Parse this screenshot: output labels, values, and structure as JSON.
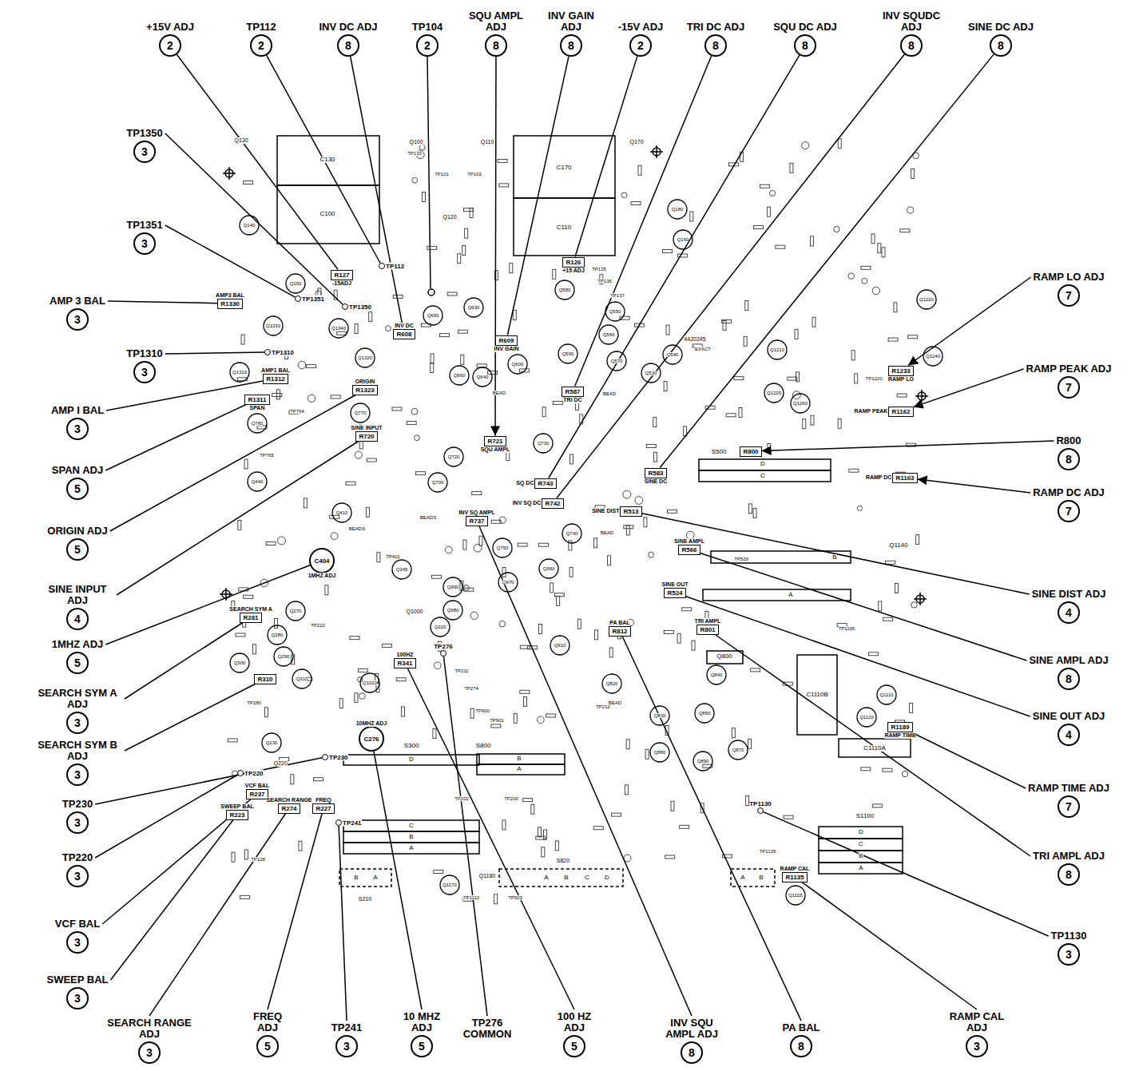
{
  "diagram": {
    "nodes": [
      {
        "text": [
          "+15V ADJ",
          "2"
        ]
      },
      {
        "text": [
          "TP112",
          "2"
        ]
      },
      {
        "text": [
          "INV DC ADJ",
          "8"
        ]
      },
      {
        "text": [
          "TP104",
          "2"
        ]
      },
      {
        "text": [
          "SQU AMPL ADJ",
          "8"
        ]
      },
      {
        "text": [
          "INV GAIN ADJ",
          "8"
        ]
      },
      {
        "text": [
          "-15V ADJ",
          "2"
        ]
      },
      {
        "text": [
          "TRI DC ADJ",
          "8"
        ]
      },
      {
        "text": [
          "SQU DC ADJ",
          "8"
        ]
      },
      {
        "text": [
          "INV SQUDC ADJ",
          "8"
        ]
      },
      {
        "text": [
          "SINE DC ADJ",
          "8"
        ]
      },
      {
        "text": [
          "TP1350",
          "3"
        ]
      },
      {
        "text": [
          "TP1351",
          "3"
        ]
      },
      {
        "text": [
          "AMP 3 BAL",
          "3"
        ]
      },
      {
        "text": [
          "TP1310",
          "3"
        ]
      },
      {
        "text": [
          "AMP I BAL",
          "3"
        ]
      },
      {
        "text": [
          "SPAN ADJ",
          "5"
        ]
      },
      {
        "text": [
          "ORIGIN ADJ",
          "5"
        ]
      },
      {
        "text": [
          "SINE INPUT ADJ",
          "4"
        ]
      },
      {
        "text": [
          "1MHZ ADJ",
          "5"
        ]
      },
      {
        "text": [
          "SEARCH SYM A ADJ",
          "3"
        ]
      },
      {
        "text": [
          "SEARCH SYM B ADJ",
          "3"
        ]
      },
      {
        "text": [
          "TP230",
          "3"
        ]
      },
      {
        "text": [
          "TP220",
          "3"
        ]
      },
      {
        "text": [
          "VCF BAL",
          "3"
        ]
      },
      {
        "text": [
          "SWEEP BAL",
          "3"
        ]
      },
      {
        "text": [
          "SEARCH RANGE ADJ",
          "3"
        ]
      },
      {
        "text": [
          "FREQ ADJ",
          "5"
        ]
      },
      {
        "text": [
          "TP241",
          "3"
        ]
      },
      {
        "text": [
          "10 MHZ ADJ",
          "5"
        ]
      },
      {
        "text": [
          "100 HZ ADJ",
          "5"
        ]
      },
      {
        "text": [
          "INV SQU AMPL ADJ",
          "8"
        ]
      },
      {
        "text": [
          "PA BAL",
          "8"
        ]
      },
      {
        "text": [
          "RAMP CAL ADJ",
          "3"
        ]
      },
      {
        "text": [
          "RAMP LO ADJ",
          "7"
        ]
      },
      {
        "text": [
          "RAMP PEAK ADJ",
          "7"
        ]
      },
      {
        "text": [
          "R800",
          "8"
        ]
      },
      {
        "text": [
          "RAMP DC ADJ",
          "7"
        ]
      },
      {
        "text": [
          "SINE DIST ADJ",
          "4"
        ]
      },
      {
        "text": [
          "SINE AMPL ADJ",
          "8"
        ]
      },
      {
        "text": [
          "SINE OUT ADJ",
          "4"
        ]
      },
      {
        "text": [
          "RAMP TIME ADJ",
          "7"
        ]
      },
      {
        "text": [
          "TRI AMPL ADJ",
          "8"
        ]
      },
      {
        "text": [
          "TP1130",
          "3"
        ]
      },
      {
        "text": [
          "R127",
          "-15ADJ"
        ]
      },
      {
        "text": [
          "TP112"
        ]
      },
      {
        "text": [
          "R608",
          "INV DC"
        ]
      },
      {
        "text": [
          "R721",
          "SQU AMPL"
        ]
      },
      {
        "text": [
          "R609",
          "INV GAIN"
        ]
      },
      {
        "text": [
          "R126",
          "+15 ADJ"
        ]
      },
      {
        "text": [
          "R587",
          "TRI DC"
        ]
      },
      {
        "text": [
          "R743",
          "SQ DC"
        ]
      },
      {
        "text": [
          "R742",
          "INV SQ DC"
        ]
      },
      {
        "text": [
          "R583",
          "SINE DC"
        ]
      },
      {
        "text": [
          "TP1350"
        ]
      },
      {
        "text": [
          "TP1351"
        ]
      },
      {
        "text": [
          "R1330",
          "AMP3 BAL"
        ]
      },
      {
        "text": [
          "TP1310"
        ]
      },
      {
        "text": [
          "R1311",
          "SPAN"
        ]
      },
      {
        "text": [
          "R1312",
          "AMP1 BAL"
        ]
      },
      {
        "text": [
          "R1323",
          "ORIGIN"
        ]
      },
      {
        "text": [
          "R720",
          "SINE INPUT"
        ]
      },
      {
        "text": [
          "C404",
          "1MHZ ADJ"
        ]
      },
      {
        "text": [
          "R281",
          "SEARCH SYM A"
        ]
      },
      {
        "text": [
          "R310"
        ]
      },
      {
        "text": [
          "TP230"
        ]
      },
      {
        "text": [
          "TP220"
        ]
      },
      {
        "text": [
          "R237",
          "VCF BAL"
        ]
      },
      {
        "text": [
          "R223",
          "SWEEP BAL"
        ]
      },
      {
        "text": [
          "R274",
          "SEARCH RANGE"
        ]
      },
      {
        "text": [
          "R227",
          "FREQ"
        ]
      },
      {
        "text": [
          "TP241"
        ]
      },
      {
        "text": [
          "C276",
          "10MHZ ADJ"
        ]
      },
      {
        "text": [
          "R341",
          "100HZ"
        ]
      },
      {
        "text": [
          "R737",
          "INV SQ AMPL"
        ]
      },
      {
        "text": [
          "R812",
          "PA BAL"
        ]
      },
      {
        "text": [
          "R1135",
          "RAMP CAL"
        ]
      },
      {
        "text": [
          "R1233",
          "RAMP LO"
        ]
      },
      {
        "text": [
          "R1162",
          "RAMP PEAK"
        ]
      },
      {
        "text": [
          "R800"
        ]
      },
      {
        "text": [
          "R1163",
          "RAMP DC"
        ]
      },
      {
        "text": [
          "R513",
          "SINE DIST"
        ]
      },
      {
        "text": [
          "R566",
          "SINE AMPL"
        ]
      },
      {
        "text": [
          "R524",
          "SINE OUT"
        ]
      },
      {
        "text": [
          "R1189",
          "RAMP TIME"
        ]
      },
      {
        "text": [
          "R801",
          "TRI AMPL"
        ]
      },
      {
        "text": [
          "TP1130"
        ]
      },
      {
        "text": [
          "TP276"
        ]
      }
    ],
    "edges": [
      {
        "from": 0,
        "to": 44,
        "arrow": "none"
      },
      {
        "from": 1,
        "to": 45,
        "arrow": "none"
      },
      {
        "from": 2,
        "to": 46,
        "arrow": "none"
      },
      {
        "from": 4,
        "to": 47,
        "arrow": "to"
      },
      {
        "from": 5,
        "to": 48,
        "arrow": "none"
      },
      {
        "from": 6,
        "to": 49,
        "arrow": "none"
      },
      {
        "from": 7,
        "to": 50,
        "arrow": "none"
      },
      {
        "from": 8,
        "to": 51,
        "arrow": "none"
      },
      {
        "from": 9,
        "to": 52,
        "arrow": "none"
      },
      {
        "from": 10,
        "to": 53,
        "arrow": "none"
      },
      {
        "from": 11,
        "to": 54,
        "arrow": "none"
      },
      {
        "from": 12,
        "to": 55,
        "arrow": "none"
      },
      {
        "from": 13,
        "to": 56,
        "arrow": "none"
      },
      {
        "from": 14,
        "to": 57,
        "arrow": "none"
      },
      {
        "from": 15,
        "to": 59,
        "arrow": "none"
      },
      {
        "from": 16,
        "to": 58,
        "arrow": "none"
      },
      {
        "from": 17,
        "to": 60,
        "arrow": "none"
      },
      {
        "from": 18,
        "to": 61,
        "arrow": "none"
      },
      {
        "from": 19,
        "to": 62,
        "arrow": "none"
      },
      {
        "from": 20,
        "to": 63,
        "arrow": "none"
      },
      {
        "from": 21,
        "to": 64,
        "arrow": "none"
      },
      {
        "from": 22,
        "to": 65,
        "arrow": "none"
      },
      {
        "from": 23,
        "to": 66,
        "arrow": "none"
      },
      {
        "from": 24,
        "to": 67,
        "arrow": "none"
      },
      {
        "from": 25,
        "to": 68,
        "arrow": "none"
      },
      {
        "from": 26,
        "to": 69,
        "arrow": "none"
      },
      {
        "from": 27,
        "to": 70,
        "arrow": "none"
      },
      {
        "from": 28,
        "to": 71,
        "arrow": "none"
      },
      {
        "from": 29,
        "to": 72,
        "arrow": "none"
      },
      {
        "from": 30,
        "to": 73,
        "arrow": "none"
      },
      {
        "from": 31,
        "to": 74,
        "arrow": "none"
      },
      {
        "from": 32,
        "to": 75,
        "arrow": "none"
      },
      {
        "from": 33,
        "to": 76,
        "arrow": "none"
      },
      {
        "from": 34,
        "to": 77,
        "arrow": "to"
      },
      {
        "from": 35,
        "to": 78,
        "arrow": "to"
      },
      {
        "from": 36,
        "to": 79,
        "arrow": "to"
      },
      {
        "from": 37,
        "to": 80,
        "arrow": "to"
      },
      {
        "from": 38,
        "to": 81,
        "arrow": "none"
      },
      {
        "from": 39,
        "to": 82,
        "arrow": "none"
      },
      {
        "from": 40,
        "to": 83,
        "arrow": "none"
      },
      {
        "from": 41,
        "to": 84,
        "arrow": "none"
      },
      {
        "from": 42,
        "to": 85,
        "arrow": "none"
      },
      {
        "from": 43,
        "to": 86,
        "arrow": "none"
      }
    ],
    "labels": [
      "TP276 COMMON",
      "C130",
      "C100",
      "C170",
      "C110",
      "Q130",
      "Q140",
      "Q150",
      "Q1330",
      "Q1340",
      "Q1320",
      "Q1310",
      "Q100",
      "Q110",
      "Q120",
      "Q170",
      "Q180",
      "Q160",
      "Q650",
      "Q630",
      "Q600",
      "Q660",
      "Q640",
      "Q580",
      "Q550",
      "Q560",
      "Q590",
      "Q570",
      "Q530",
      "Q540",
      "Q1210",
      "Q1220",
      "Q1240",
      "Q1225",
      "Q1260",
      "Q780",
      "Q770",
      "Q440",
      "Q410",
      "Q720",
      "Q730",
      "Q700",
      "Q750",
      "Q740",
      "Q970",
      "Q960",
      "Q990",
      "Q980",
      "Q910",
      "Q345",
      "Q320",
      "Q1000",
      "Q270",
      "Q280",
      "Q290",
      "Q300",
      "Q310",
      "Q1010",
      "Q230",
      "Q220",
      "Q800",
      "Q820",
      "Q830",
      "Q850",
      "Q840",
      "Q880",
      "Q890",
      "Q870",
      "Q1140",
      "Q1110",
      "Q1120",
      "Q1105",
      "Q1170",
      "Q1180",
      "C1110B",
      "C1110A",
      "S300",
      "S800",
      "S500",
      "S1100",
      "D",
      "C",
      "B",
      "A",
      "B",
      "A",
      "D",
      "C",
      "B",
      "A",
      "D",
      "C",
      "B",
      "A",
      "S210",
      "B",
      "A",
      "S820",
      "A",
      "B",
      "C",
      "D",
      "A",
      "B",
      "4420245",
      "BEAD",
      "BEAD",
      "BEAD",
      "BEAD",
      "BEADS",
      "BEADS",
      "TP1220",
      "TP1195",
      "TP1135",
      "TP1110",
      "TP903",
      "TP202",
      "TP200",
      "TP401",
      "TP274",
      "TP211",
      "TP212",
      "TP900",
      "TP901",
      "TP280",
      "TP128",
      "TP133",
      "TP101",
      "TP103",
      "TP135",
      "TP136",
      "TP137",
      "TP765",
      "TP764",
      "TP222",
      "TP529",
      "EXACT"
    ]
  }
}
